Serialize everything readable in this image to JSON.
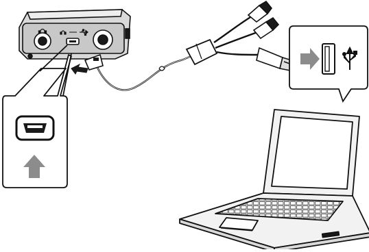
{
  "diagram": {
    "kind": "connection-illustration",
    "colors": {
      "line": "#111111",
      "arrow_gray": "#8c8c8c",
      "arrow_dark": "#1a1a1a",
      "device_body": "#d9d9d9",
      "laptop_body": "#f2f2f2",
      "screen": "#ffffff"
    },
    "icons": {
      "headphone": "headphone-icon",
      "usb": "usb-trident-icon",
      "connection_arrow": "arrow-right-icon",
      "insert_arrow": "arrow-up-icon"
    },
    "nodes": [
      {
        "id": "device",
        "name": "portable-device"
      },
      {
        "id": "callout_port",
        "name": "mini-usb-port-callout"
      },
      {
        "id": "cable",
        "name": "av-usb-cable"
      },
      {
        "id": "callout_usb",
        "name": "usb-port-callout"
      },
      {
        "id": "laptop",
        "name": "laptop-computer"
      }
    ],
    "edges": [
      {
        "from": "device",
        "to": "cable"
      },
      {
        "from": "cable",
        "to": "laptop"
      }
    ]
  }
}
